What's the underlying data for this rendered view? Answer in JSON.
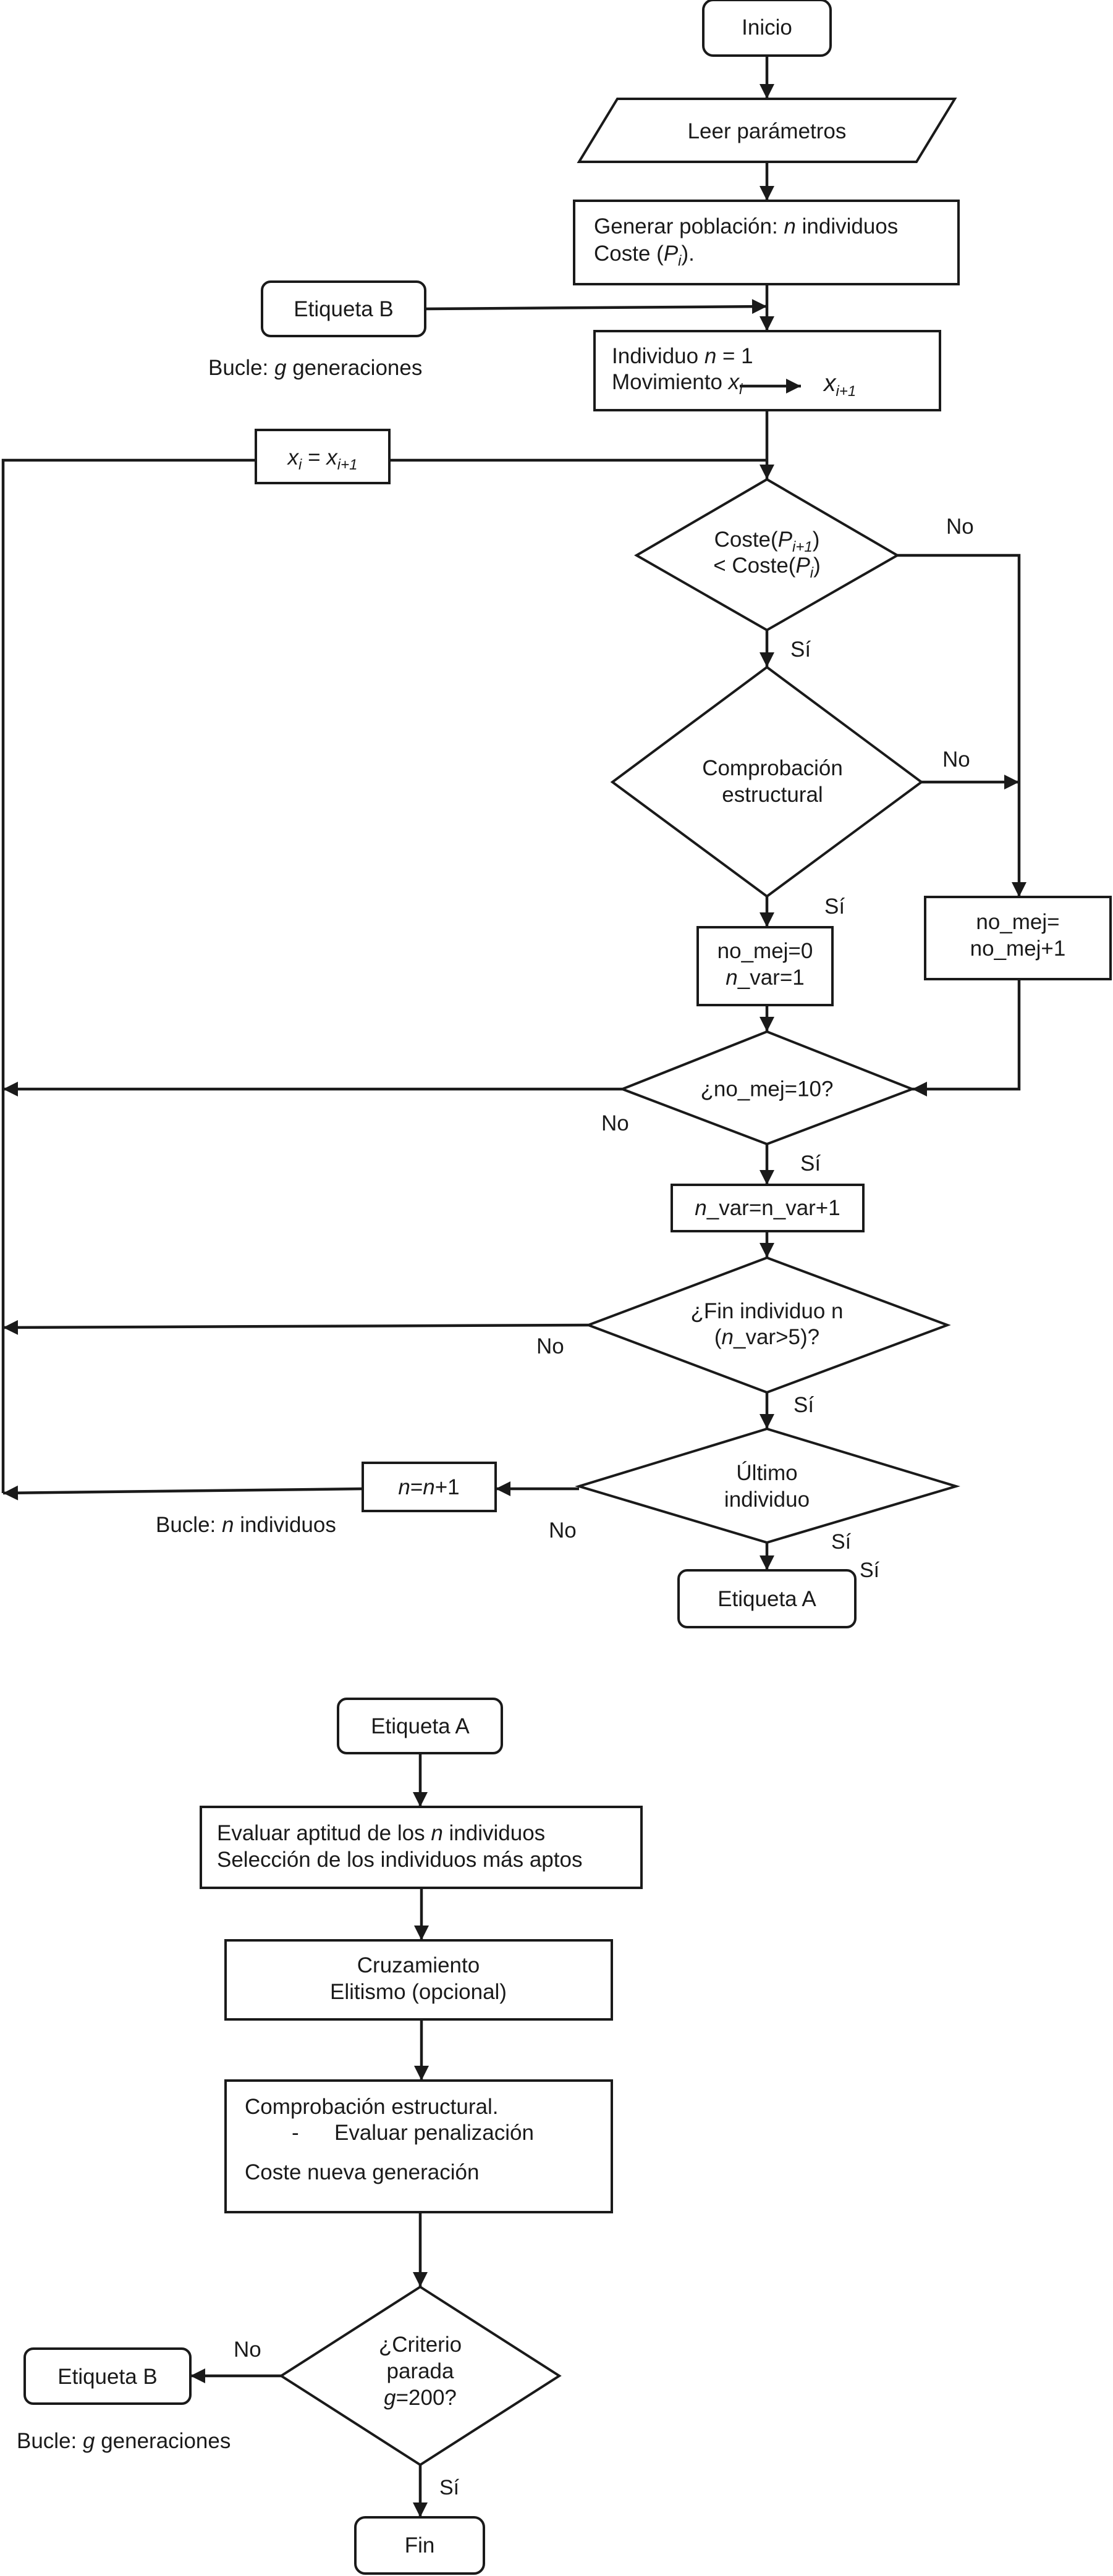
{
  "top": {
    "inicio": "Inicio",
    "leer": "Leer parámetros",
    "generar": {
      "pre": "Generar población: ",
      "n": "n",
      "post": " individuos"
    },
    "coste": {
      "pre": "Coste (",
      "P": "P",
      "i": "i",
      "post": ")."
    },
    "etiqueta_b": "Etiqueta B",
    "bucle_g": {
      "pre": "Bucle: ",
      "g": "g",
      "post": " generaciones"
    },
    "individuo": {
      "pre": "Individuo ",
      "n": "n",
      "post": " = 1"
    },
    "movimiento": {
      "pre": "Movimiento ",
      "x": "x",
      "i": "i"
    },
    "x_next": {
      "x": "x",
      "sub": "i+1"
    },
    "xi_eq": {
      "x1": "x",
      "i": "i",
      "eq": " = ",
      "x2": "x",
      "sub": "i+1"
    },
    "coste_cmp": {
      "l1_pre": "Coste(",
      "P1": "P",
      "sub1": "i+1",
      "l1_post": ")",
      "l2_pre": "< Coste(",
      "P2": "P",
      "sub2": "i",
      "l2_post": ")"
    },
    "no1": "No",
    "si1": "Sí",
    "comprobacion": [
      "Comprobación",
      "estructural"
    ],
    "no2": "No",
    "si2": "Sí",
    "no_mej0": "no_mej=0",
    "n_var1": {
      "n": "n",
      "post": "_var=1"
    },
    "no_mej_plus": [
      "no_mej=",
      "no_mej+1"
    ],
    "no_mej10": "¿no_mej=10?",
    "no3": "No",
    "si3": "Sí",
    "nvar_inc": {
      "n": "n",
      "post": "_var=n_var+1"
    },
    "fin_ind": {
      "l1": "¿Fin individuo n",
      "pre": "(",
      "n": "n",
      "post": "_var>5)?"
    },
    "no4": "No",
    "si4": "Sí",
    "ultimo": [
      "Último",
      "individuo"
    ],
    "n_inc": {
      "n1": "n",
      "eq": "=",
      "n2": "n",
      "post": "+1"
    },
    "bucle_n": {
      "pre": "Bucle: ",
      "n": "n",
      "post": " individuos"
    },
    "no5": "No",
    "si5": "Sí",
    "si6": "Sí",
    "etiqueta_a": "Etiqueta A"
  },
  "bottom": {
    "etiqueta_a": "Etiqueta A",
    "evaluar": {
      "pre": "Evaluar aptitud de los ",
      "n": "n",
      "post": " individuos"
    },
    "seleccion": "Selección de los individuos más aptos",
    "cruzamiento": "Cruzamiento",
    "elitismo": "Elitismo (opcional)",
    "comprob": "Comprobación estructural.",
    "dash": "-",
    "penal": "Evaluar penalización",
    "coste_nueva": "Coste nueva generación",
    "criterio": [
      "¿Criterio",
      "parada"
    ],
    "g200": {
      "g": "g",
      "post": "=200?"
    },
    "no": "No",
    "etiqueta_b": "Etiqueta B",
    "bucle_g": {
      "pre": "Bucle: ",
      "g": "g",
      "post": " generaciones"
    },
    "si": "Sí",
    "fin": "Fin"
  }
}
